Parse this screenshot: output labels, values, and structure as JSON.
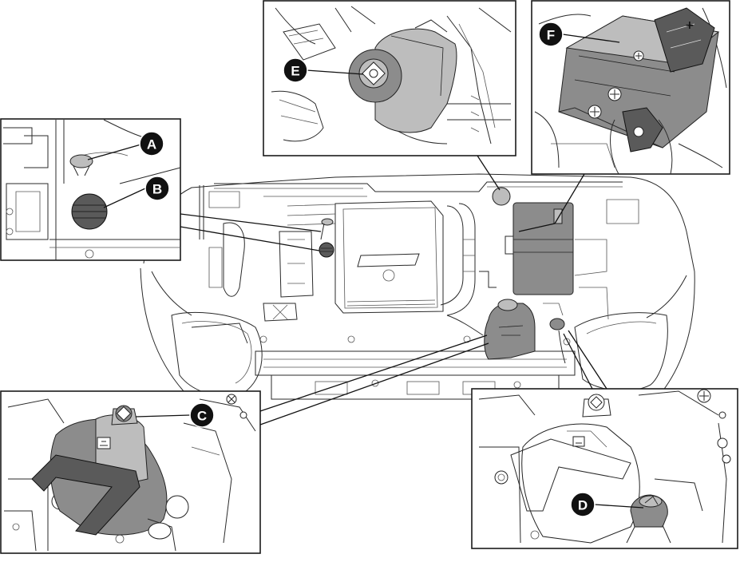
{
  "callouts": {
    "a": "A",
    "b": "B",
    "c": "C",
    "d": "D",
    "e": "E",
    "f": "F"
  },
  "battery": {
    "positive_mark": "+"
  },
  "colors": {
    "line": "#1a1a1a",
    "callout_fill": "#111111",
    "part_fill": "#8c8c8c"
  }
}
